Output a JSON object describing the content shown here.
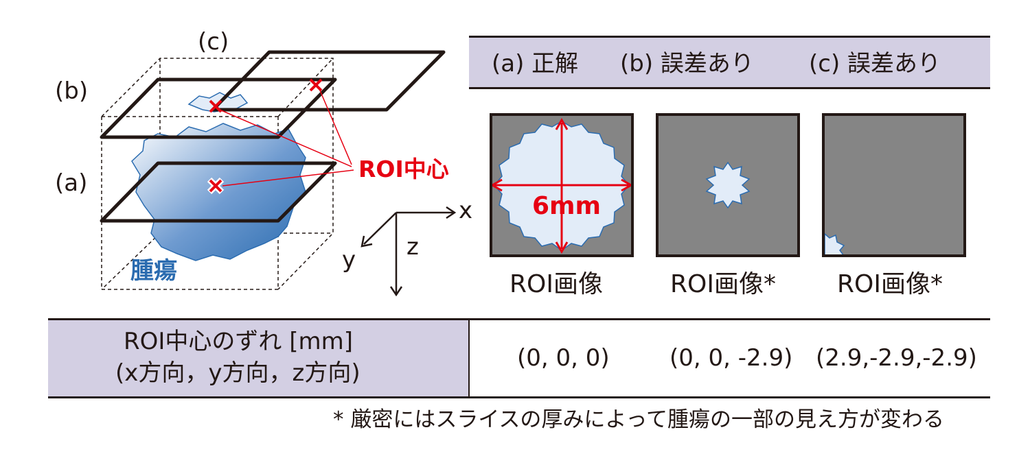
{
  "colors": {
    "ink": "#231815",
    "accent_red": "#e60012",
    "tumor_blue": "#2b6cb0",
    "tumor_light": "#e2ecf8",
    "roi_gray": "#858585",
    "header_lavender": "#d3cfe3"
  },
  "left_diagram": {
    "slice_labels": {
      "a": "(a)",
      "b": "(b)",
      "c": "(c)"
    },
    "roi_center_label": "ROI中心",
    "tumor_label": "腫瘍",
    "axis_labels": {
      "x": "x",
      "y": "y",
      "z": "z"
    }
  },
  "header_row": {
    "col_a": "(a) 正解",
    "col_b": "(b) 誤差あり",
    "col_c": "(c) 誤差あり"
  },
  "roi_panels": [
    {
      "id": "a",
      "caption": "ROI画像",
      "dimension_label": "6mm"
    },
    {
      "id": "b",
      "caption": "ROI画像*"
    },
    {
      "id": "c",
      "caption": "ROI画像*"
    }
  ],
  "offset_table": {
    "row_label_line1": "ROI中心のずれ [mm]",
    "row_label_line2": "(x方向，y方向，z方向)",
    "values": [
      "(0, 0, 0)",
      "(0, 0, -2.9)",
      "(2.9,-2.9,-2.9)"
    ]
  },
  "footnote": "* 厳密にはスライスの厚みによって腫瘍の一部の見え方が変わる"
}
